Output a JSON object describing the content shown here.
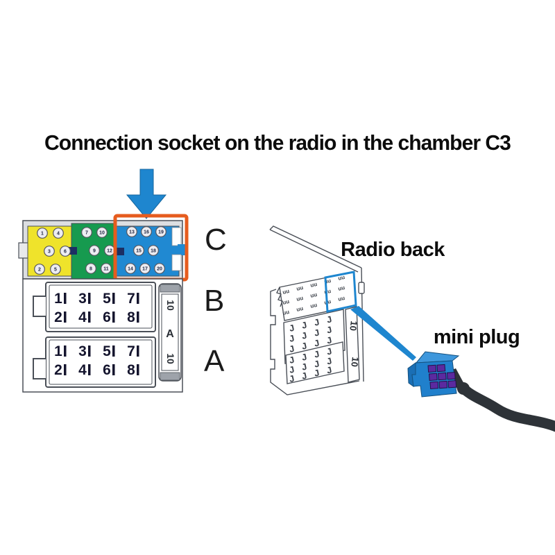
{
  "title": "Connection socket on the radio in the chamber C3",
  "labels": {
    "chamber_c": "C",
    "chamber_b": "B",
    "chamber_a": "A",
    "radio_back": "Radio back",
    "mini_plug": "mini plug"
  },
  "connector": {
    "sections": {
      "yellow": {
        "color": "#EFE32B",
        "pin_rows": [
          [
            "1",
            "4"
          ],
          [
            "3",
            "6"
          ],
          [
            "2",
            "5"
          ]
        ]
      },
      "green": {
        "color": "#169A4F",
        "pin_rows": [
          [
            "7",
            "10"
          ],
          [
            "9",
            "12"
          ],
          [
            "8",
            "11"
          ]
        ]
      },
      "blue": {
        "color": "#2089D2",
        "pin_rows": [
          [
            "13",
            "16",
            "19"
          ],
          [
            "15",
            "18"
          ],
          [
            "14",
            "17",
            "20"
          ]
        ]
      }
    },
    "chamber_b_rows": [
      [
        "1",
        "3",
        "5",
        "7"
      ],
      [
        "2",
        "4",
        "6",
        "8"
      ]
    ],
    "chamber_a_rows": [
      [
        "1",
        "3",
        "5",
        "7"
      ],
      [
        "2",
        "4",
        "6",
        "8"
      ]
    ],
    "fuse_strip": [
      "10",
      "A",
      "10"
    ],
    "highlight_color": "#E65C1E"
  },
  "radio_back": {
    "strip": [
      "10",
      "10"
    ]
  },
  "colors": {
    "arrow_blue": "#1E86CF",
    "plug_blue": "#2080CC",
    "plug_top_blue": "#3E97DC",
    "plug_side_blue": "#1A6FB5",
    "pin_purple": "#5B2AA0",
    "cable_dark": "#2E3338",
    "outline": "#4A4F57",
    "slot_navy": "#1C2F63"
  }
}
